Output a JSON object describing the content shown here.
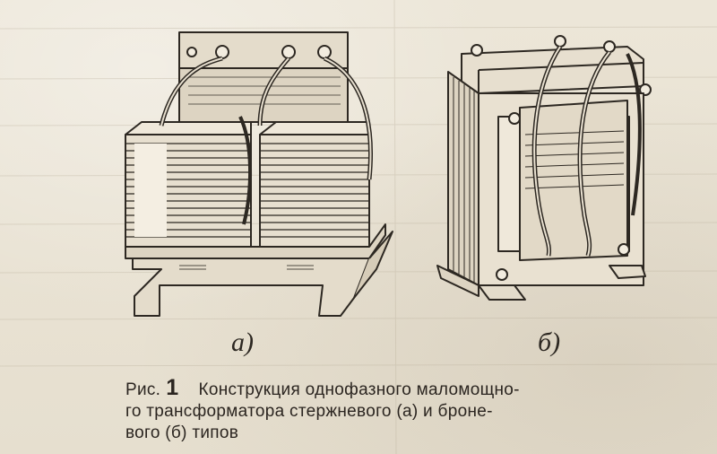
{
  "figure": {
    "label_a": "а)",
    "label_b": "б)"
  },
  "caption": {
    "prefix": "Рис.",
    "number": "1",
    "line1": "Конструкция однофазного маломощно-",
    "line2": "го трансформатора стержневого (а) и броне-",
    "line3": "вого (б) типов"
  },
  "colors": {
    "paper": "#e9e2d3",
    "ink": "#2b2520"
  },
  "icons": {
    "figure_a": "core-type-transformer-drawing",
    "figure_b": "shell-type-transformer-drawing"
  }
}
